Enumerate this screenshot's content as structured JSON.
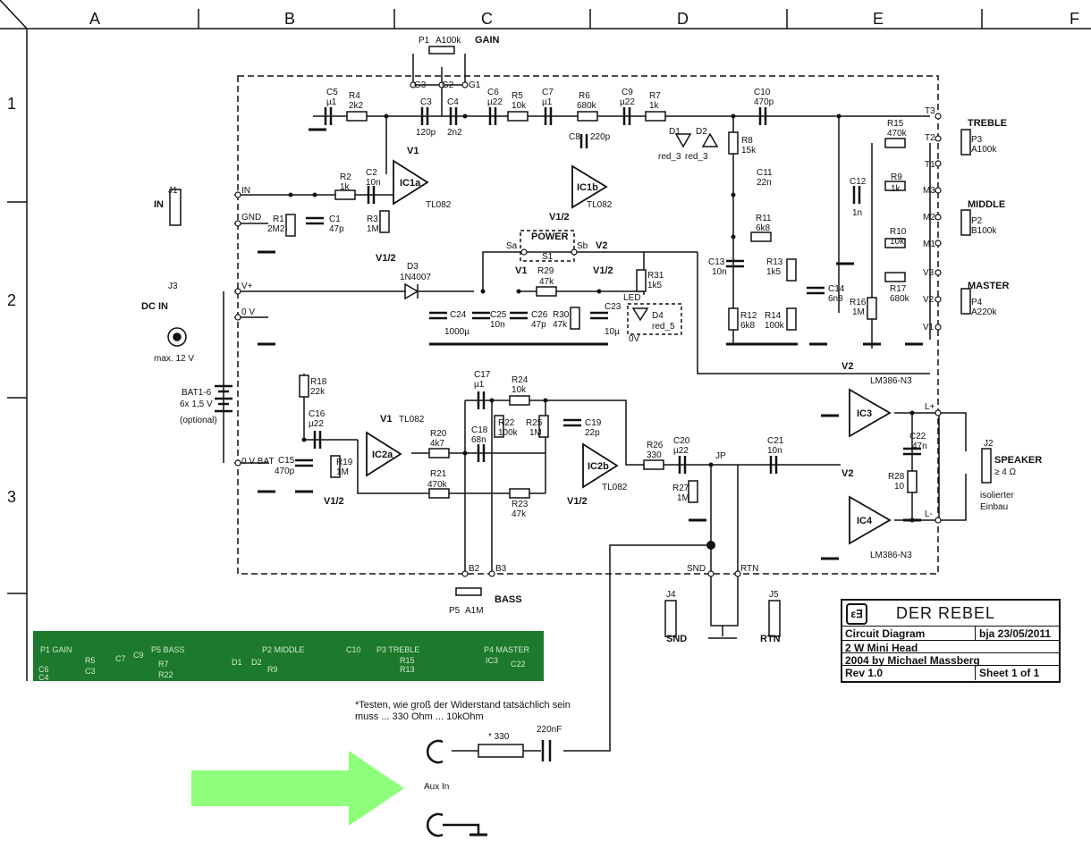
{
  "grid": {
    "columns": [
      "A",
      "B",
      "C",
      "D",
      "E",
      "F"
    ],
    "rows": [
      "1",
      "2",
      "3"
    ]
  },
  "components": {
    "p1": "P1",
    "p1_val": "A100k",
    "gain": "GAIN",
    "g1": "G1",
    "g2": "G2",
    "g3": "G3",
    "c5": "C5",
    "c5_val": "µ1",
    "r4": "R4",
    "r4_val": "2k2",
    "c3": "C3",
    "c3_val": "120p",
    "c4": "C4",
    "c4_val": "2n2",
    "c6": "C6",
    "c6_val": "µ22",
    "r5": "R5",
    "r5_val": "10k",
    "c7": "C7",
    "c7_val": "µ1",
    "r6": "R6",
    "r6_val": "680k",
    "c9": "C9",
    "c9_val": "µ22",
    "r7": "R7",
    "r7_val": "1k",
    "c10": "C10",
    "c10_val": "470p",
    "c8": "C8",
    "c8_val": "220p",
    "d1": "D1",
    "d1_val": "red_3",
    "d2": "D2",
    "d2_val": "red_3",
    "r8": "R8",
    "r8_val": "15k",
    "ic1a": "IC1a",
    "ic1a_type": "TL082",
    "ic1b": "IC1b",
    "ic1b_type": "TL082",
    "v1": "V1",
    "v12": "V1/2",
    "v2": "V2",
    "j1": "J1",
    "in": "IN",
    "gnd": "GND",
    "r2": "R2",
    "r2_val": "1k",
    "c2": "C2",
    "c2_val": "10n",
    "r1": "R1",
    "r1_val": "2M2",
    "c1": "C1",
    "c1_val": "47p",
    "r3": "R3",
    "r3_val": "1M",
    "c11": "C11",
    "c11_val": "22n",
    "r11": "R11",
    "r11_val": "6k8",
    "c12": "C12",
    "c12_val": "1n",
    "r9": "R9",
    "r9_val": "1k",
    "r15": "R15",
    "r15_val": "470k",
    "t1": "T1",
    "t2": "T2",
    "t3": "T3",
    "treble": "TREBLE",
    "p3": "P3",
    "p3_val": "A100k",
    "m1": "M1",
    "m2": "M2",
    "m3": "M3",
    "middle": "MIDDLE",
    "p2": "P2",
    "p2_val": "B100k",
    "r10": "R10",
    "r10_val": "10k",
    "power": "POWER",
    "sa": "Sa",
    "sb": "Sb",
    "s1": "S1",
    "j3": "J3",
    "dc_in": "DC IN",
    "vplus": "V+",
    "zero_v": "0 V",
    "max12": "max. 12 V",
    "d3": "D3",
    "d3_val": "1N4007",
    "r29": "R29",
    "r29_val": "47k",
    "r31": "R31",
    "r31_val": "1k5",
    "led": "LED",
    "d4": "D4",
    "d4_val": "red_5",
    "ov": "0V",
    "c24": "C24",
    "c24_val": "1000µ",
    "c25": "C25",
    "c25_val": "10n",
    "c26": "C26",
    "c26_val": "47p",
    "r30": "R30",
    "r30_val": "47k",
    "c23": "C23",
    "c23_val": "10µ",
    "c13": "C13",
    "c13_val": "10n",
    "r13": "R13",
    "r13_val": "1k5",
    "c14": "C14",
    "c14_val": "6n8",
    "r12": "R12",
    "r12_val": "6k8",
    "r14": "R14",
    "r14_val": "100k",
    "r16": "R16",
    "r16_val": "1M",
    "r17": "R17",
    "r17_val": "680k",
    "v1n": "V1",
    "v2n": "V2",
    "v3n": "V3",
    "master": "MASTER",
    "p4": "P4",
    "p4_val": "A220k",
    "bat": "BAT1-6",
    "bat_val": "6x 1,5 V",
    "bat_opt": "(optional)",
    "zero_v_bat": "0 V BAT",
    "r18": "R18",
    "r18_val": "22k",
    "c16": "C16",
    "c16_val": "µ22",
    "c15": "C15",
    "c15_val": "470p",
    "r19": "R19",
    "r19_val": "1M",
    "ic2a": "IC2a",
    "ic2a_type": "TL082",
    "r20": "R20",
    "r20_val": "4k7",
    "r21": "R21",
    "r21_val": "470k",
    "c17": "C17",
    "c17_val": "µ1",
    "c18": "C18",
    "c18_val": "68n",
    "r24": "R24",
    "r24_val": "10k",
    "r22": "R22",
    "r22_val": "100k",
    "r25": "R25",
    "r25_val": "1M",
    "c19": "C19",
    "c19_val": "22p",
    "r23": "R23",
    "r23_val": "47k",
    "ic2b": "IC2b",
    "ic2b_type": "TL082",
    "r26": "R26",
    "r26_val": "330",
    "c20": "C20",
    "c20_val": "µ22",
    "r27": "R27",
    "r27_val": "1M",
    "jp": "JP",
    "c21": "C21",
    "c21_val": "10n",
    "ic3": "IC3",
    "ic3_type": "LM386-N3",
    "ic4": "IC4",
    "ic4_type": "LM386-N3",
    "c22": "C22",
    "c22_val": "47n",
    "r28": "R28",
    "r28_val": "10",
    "lplus": "L+",
    "lminus": "L-",
    "j2": "J2",
    "speaker": "SPEAKER",
    "speaker_val": "≥ 4 Ω",
    "isolated1": "isolierter",
    "isolated2": "Einbau",
    "b2": "B2",
    "b3": "B3",
    "bass": "BASS",
    "p5": "P5",
    "p5_val": "A1M",
    "snd": "SND",
    "rtn": "RTN",
    "j4": "J4",
    "j5": "J5"
  },
  "title_block": {
    "logo": "ε∃",
    "title": "DER REBEL",
    "row1_left": "Circuit Diagram",
    "row1_right": "bja  23/05/2011",
    "row2_left": "2 W Mini Head",
    "row3_left": "2004 by Michael Massberg",
    "row4_left": "Rev 1.0",
    "row4_right": "Sheet 1 of 1"
  },
  "pcb": {
    "labels": [
      "P1   GAIN",
      "P5    BASS",
      "P2   MIDDLE",
      "P3  TREBLE",
      "P4  MASTER",
      "C6",
      "C4",
      "R5",
      "C3",
      "C7",
      "C9",
      "R7",
      "R22",
      "D1",
      "D2",
      "R9",
      "C10",
      "R15",
      "R13",
      "IC3",
      "C22"
    ]
  },
  "annotation": {
    "note_line1": "*Testen, wie groß der Widerstand tatsächlich sein",
    "note_line2": "muss ... 330 Ohm ... 10kOhm",
    "resistor": "* 330",
    "capacitor": "220nF",
    "aux_in": "Aux In"
  },
  "colors": {
    "arrow": "#8eff7a",
    "pcb": "#1d7a2c"
  }
}
